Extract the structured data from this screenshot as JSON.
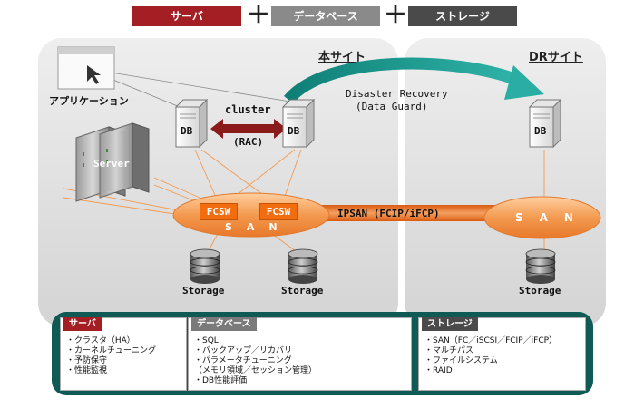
{
  "header": {
    "tabs": [
      {
        "label": "サーバ",
        "color": "#a31f24"
      },
      {
        "label": "データベース",
        "color": "#8a8a8a"
      },
      {
        "label": "ストレージ",
        "color": "#4a4a4a"
      }
    ],
    "plus": "＋"
  },
  "main_site": {
    "title": "本サイト"
  },
  "dr_site": {
    "title": "DRサイト"
  },
  "diagram": {
    "application": "アプリケーション",
    "server": "Server",
    "db": "DB",
    "cluster": "cluster",
    "rac": "(RAC)",
    "dr_line1": "Disaster Recovery",
    "dr_line2": "(Data Guard)",
    "fcsw": "FCSW",
    "san": "SAN",
    "ipsan": "IPSAN (FCIP/iFCP)",
    "storage": "Storage"
  },
  "colors": {
    "orange": "#f26d10",
    "teal": "#1a9a8f",
    "dark_red": "#8b1a1a",
    "panel": "#0f5a55"
  },
  "features": {
    "server": {
      "title": "サーバ",
      "items": [
        "・クラスタ（HA）",
        "・カーネルチューニング",
        "・予防保守",
        "・性能監視"
      ]
    },
    "database": {
      "title": "データベース",
      "items": [
        "・SQL",
        "・バックアップ／リカバリ",
        "・パラメータチューニング",
        "（メモリ領域／セッション管理）",
        "・DB性能評価"
      ]
    },
    "storage": {
      "title": "ストレージ",
      "items": [
        "・SAN（FC／iSCSI／FCIP／iFCP）",
        "・マルチパス",
        "・ファイルシステム",
        "・RAID"
      ]
    }
  }
}
